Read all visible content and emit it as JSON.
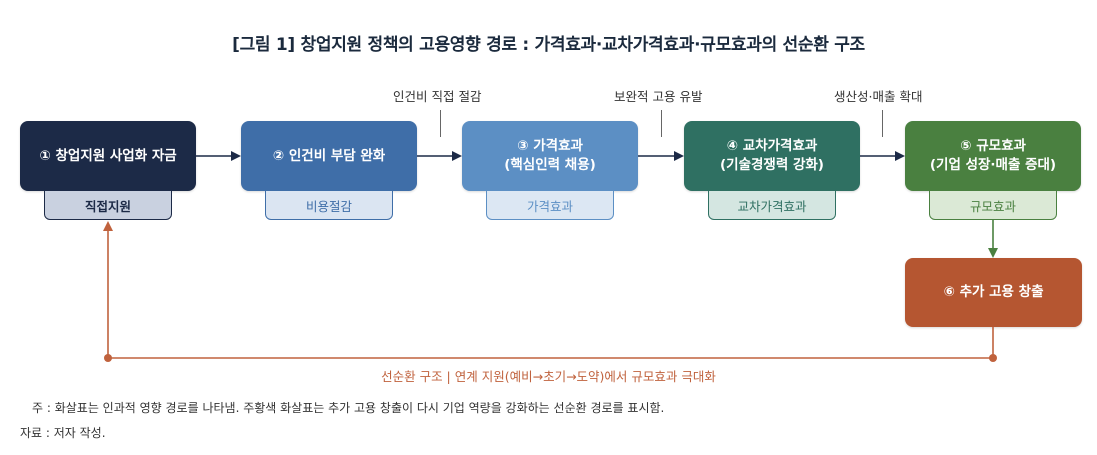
{
  "title": "[그림 1] 창업지원 정책의 고용영향 경로 : 가격효과·교차가격효과·규모효과의 선순환 구조",
  "steps": [
    {
      "line1": "① 창업지원 사업화 자금",
      "line2": "",
      "tag": "직접지원",
      "color": "#1c2a47",
      "tag_bg": "#c9d1e0",
      "tag_border": "#1c2a47",
      "tag_text": "#1c2a47"
    },
    {
      "line1": "② 인건비 부담 완화",
      "line2": "",
      "tag": "비용절감",
      "color": "#3f6ea8",
      "tag_bg": "#dbe5f2",
      "tag_border": "#3f6ea8",
      "tag_text": "#3f6ea8"
    },
    {
      "line1": "③ 가격효과",
      "line2": "(핵심인력 채용)",
      "tag": "가격효과",
      "color": "#5c8fc4",
      "tag_bg": "#dce7f3",
      "tag_border": "#5c8fc4",
      "tag_text": "#5c8fc4"
    },
    {
      "line1": "④ 교차가격효과",
      "line2": "(기술경쟁력 강화)",
      "tag": "교차가격효과",
      "color": "#2f7062",
      "tag_bg": "#d4e6e1",
      "tag_border": "#2f7062",
      "tag_text": "#2f7062"
    },
    {
      "line1": "⑤ 규모효과",
      "line2": "(기업 성장·매출 증대)",
      "tag": "규모효과",
      "color": "#4a8040",
      "tag_bg": "#dbe9d6",
      "tag_border": "#4a8040",
      "tag_text": "#4a8040"
    }
  ],
  "extra_step": {
    "label": "⑥ 추가 고용 창출",
    "color": "#b55631"
  },
  "mid_labels": [
    "인건비 직접 절감",
    "보완적 고용 유발",
    "생산성·매출 확대"
  ],
  "cycle_label": "선순환 구조 | 연계 지원(예비→초기→도약)에서 규모효과 극대화",
  "note1": "주 : 화살표는 인과적 영향 경로를 나타냄. 주황색 화살표는 추가 고용 창출이 다시 기업 역량을 강화하는 선순환 경로를 표시함.",
  "note2": "자료 : 저자 작성.",
  "colors": {
    "arrow": "#1c2a47",
    "cycle": "#c0623d",
    "down_arrow": "#4a8040"
  }
}
